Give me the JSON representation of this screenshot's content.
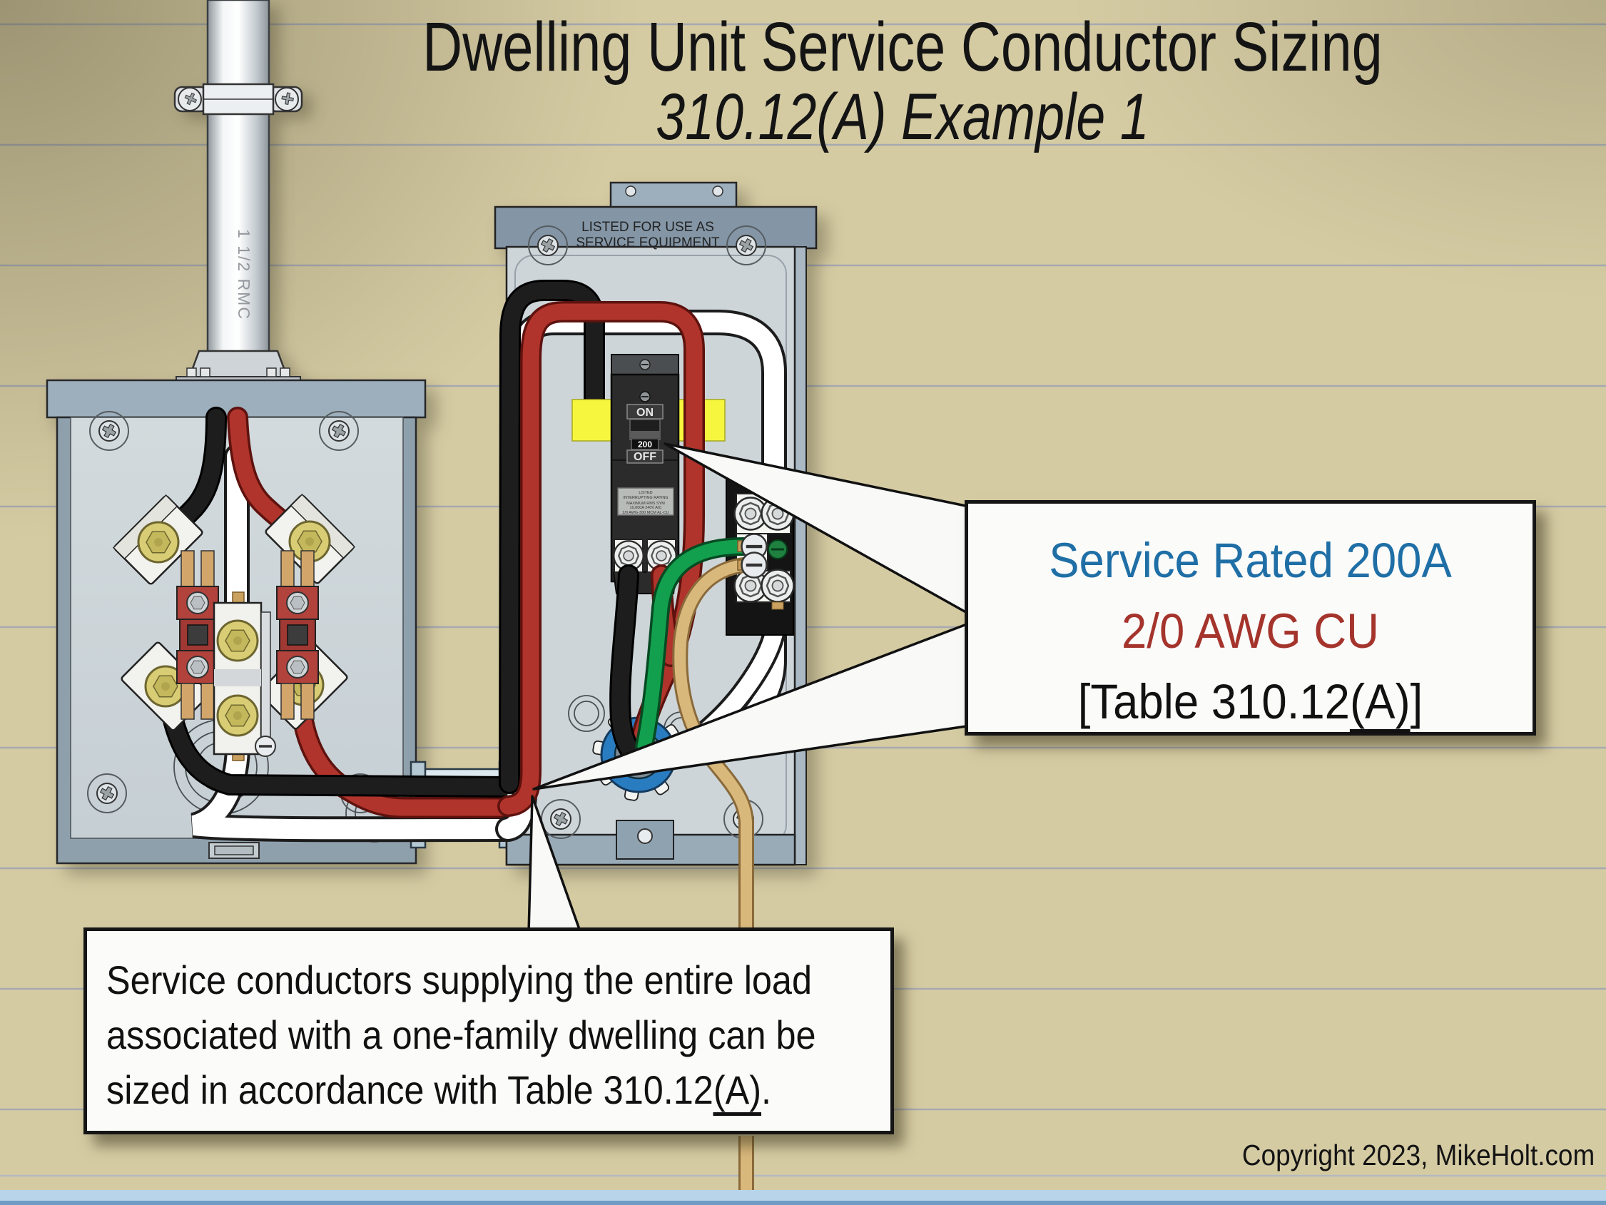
{
  "title": {
    "line1": "Dwelling Unit Service Conductor Sizing",
    "line2": "310.12(A) Example 1"
  },
  "conduit": {
    "label": "1 1/2 RMC"
  },
  "service_panel": {
    "listed_line1": "LISTED FOR USE AS",
    "listed_line2": "SERVICE EQUIPMENT"
  },
  "breaker": {
    "on_label": "ON",
    "amp_rating": "200",
    "off_label": "OFF",
    "spec_lines": [
      "LISTED",
      "INTERRUPTING RATING",
      "MAXIMUM RMS SYM",
      "10,000A    240V AIC",
      "2/0 AWG-300 MCM  AL-CU"
    ]
  },
  "callout_rating": {
    "line1": "Service Rated 200A",
    "line2": "2/0 AWG CU",
    "line3_prefix": "[Table 310.12",
    "line3_underline": "(A)",
    "line3_suffix": "]"
  },
  "callout_note": {
    "line1": "Service conductors supplying the entire load",
    "line2": "associated with a one-family dwelling can be",
    "line3_prefix": "sized in accordance with Table 310.12",
    "line3_underline": "(A)",
    "line3_suffix": "."
  },
  "footer": {
    "copyright": "Copyright 2023, MikeHolt.com"
  },
  "colors": {
    "background_tan": "#d5cba3",
    "panel_gray": "#cdd5d9",
    "rail_gray": "#8496a6",
    "caution_yellow": "#f6f63e",
    "wire_black": "#141414",
    "wire_red": "#b0342c",
    "wire_white": "#ffffff",
    "wire_green": "#13a04e",
    "ground_wire_tan": "#d9b87c",
    "bushing_blue": "#2a7cc0",
    "callout_blue": "#1f6fa6",
    "callout_red": "#a4342c",
    "bottom_strip_blue": "#b7d4ea"
  }
}
